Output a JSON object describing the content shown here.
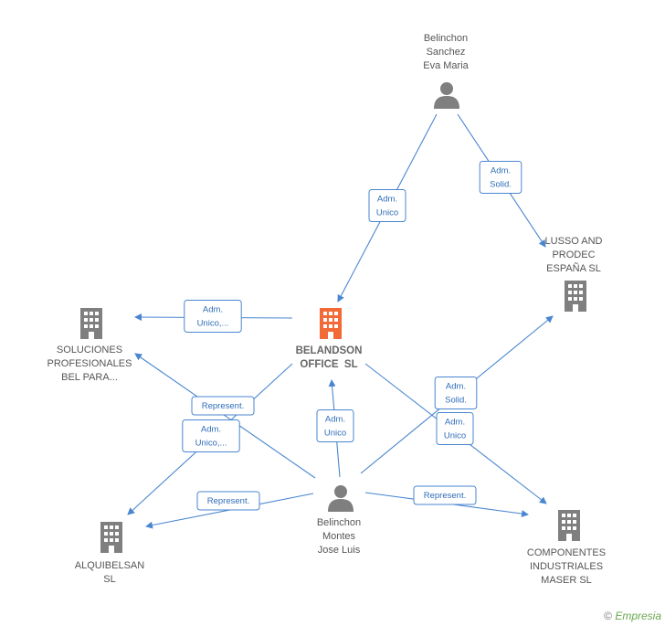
{
  "colors": {
    "edge": "#4a86d0",
    "company_icon": "#7f7f7f",
    "main_company_icon": "#f26a35",
    "person_icon": "#7f7f7f",
    "label_text": "#2f6db8"
  },
  "nodes": [
    {
      "id": "belinchon-sanchez",
      "type": "person",
      "lines": [
        "Belinchon",
        "Sanchez",
        "Eva Maria"
      ],
      "icon": "person-icon"
    },
    {
      "id": "lusso",
      "type": "company",
      "lines": [
        "LUSSO AND",
        "PRODEC",
        "ESPAÑA SL"
      ],
      "icon": "building-icon"
    },
    {
      "id": "belandson",
      "type": "main-company",
      "lines": [
        "BELANDSON",
        "OFFICE  SL"
      ],
      "icon": "building-icon"
    },
    {
      "id": "soluciones",
      "type": "company",
      "lines": [
        "SOLUCIONES",
        "PROFESIONALES",
        "BEL PARA..."
      ],
      "icon": "building-icon"
    },
    {
      "id": "belinchon-montes",
      "type": "person",
      "lines": [
        "Belinchon",
        "Montes",
        "Jose Luis"
      ],
      "icon": "person-icon"
    },
    {
      "id": "alquibelsan",
      "type": "company",
      "lines": [
        "ALQUIBELSAN",
        "SL"
      ],
      "icon": "building-icon"
    },
    {
      "id": "componentes",
      "type": "company",
      "lines": [
        "COMPONENTES",
        "INDUSTRIALES",
        "MASER SL"
      ],
      "icon": "building-icon"
    }
  ],
  "edges": [
    {
      "id": "e1",
      "from": "belinchon-sanchez",
      "to": "belandson",
      "label": [
        "Adm.",
        "Unico"
      ]
    },
    {
      "id": "e2",
      "from": "belinchon-sanchez",
      "to": "lusso",
      "label": [
        "Adm.",
        "Solid."
      ]
    },
    {
      "id": "e3",
      "from": "belandson",
      "to": "soluciones",
      "label": [
        "Adm.",
        "Unico,..."
      ]
    },
    {
      "id": "e4",
      "from": "belinchon-montes",
      "to": "belandson",
      "label": [
        "Adm.",
        "Unico"
      ]
    },
    {
      "id": "e5",
      "from": "belinchon-montes",
      "to": "soluciones",
      "label": [
        "Represent."
      ]
    },
    {
      "id": "e6",
      "from": "belandson",
      "to": "alquibelsan",
      "label": [
        "Adm.",
        "Unico,..."
      ]
    },
    {
      "id": "e7",
      "from": "belinchon-montes",
      "to": "alquibelsan",
      "label": [
        "Represent."
      ]
    },
    {
      "id": "e8",
      "from": "belinchon-montes",
      "to": "lusso",
      "label": [
        "Adm.",
        "Solid."
      ]
    },
    {
      "id": "e9",
      "from": "belandson",
      "to": "componentes",
      "label": [
        "Adm.",
        "Unico"
      ]
    },
    {
      "id": "e10",
      "from": "belinchon-montes",
      "to": "componentes",
      "label": [
        "Represent."
      ]
    }
  ],
  "footer": {
    "copyright": "©",
    "brand": "Empresia"
  }
}
